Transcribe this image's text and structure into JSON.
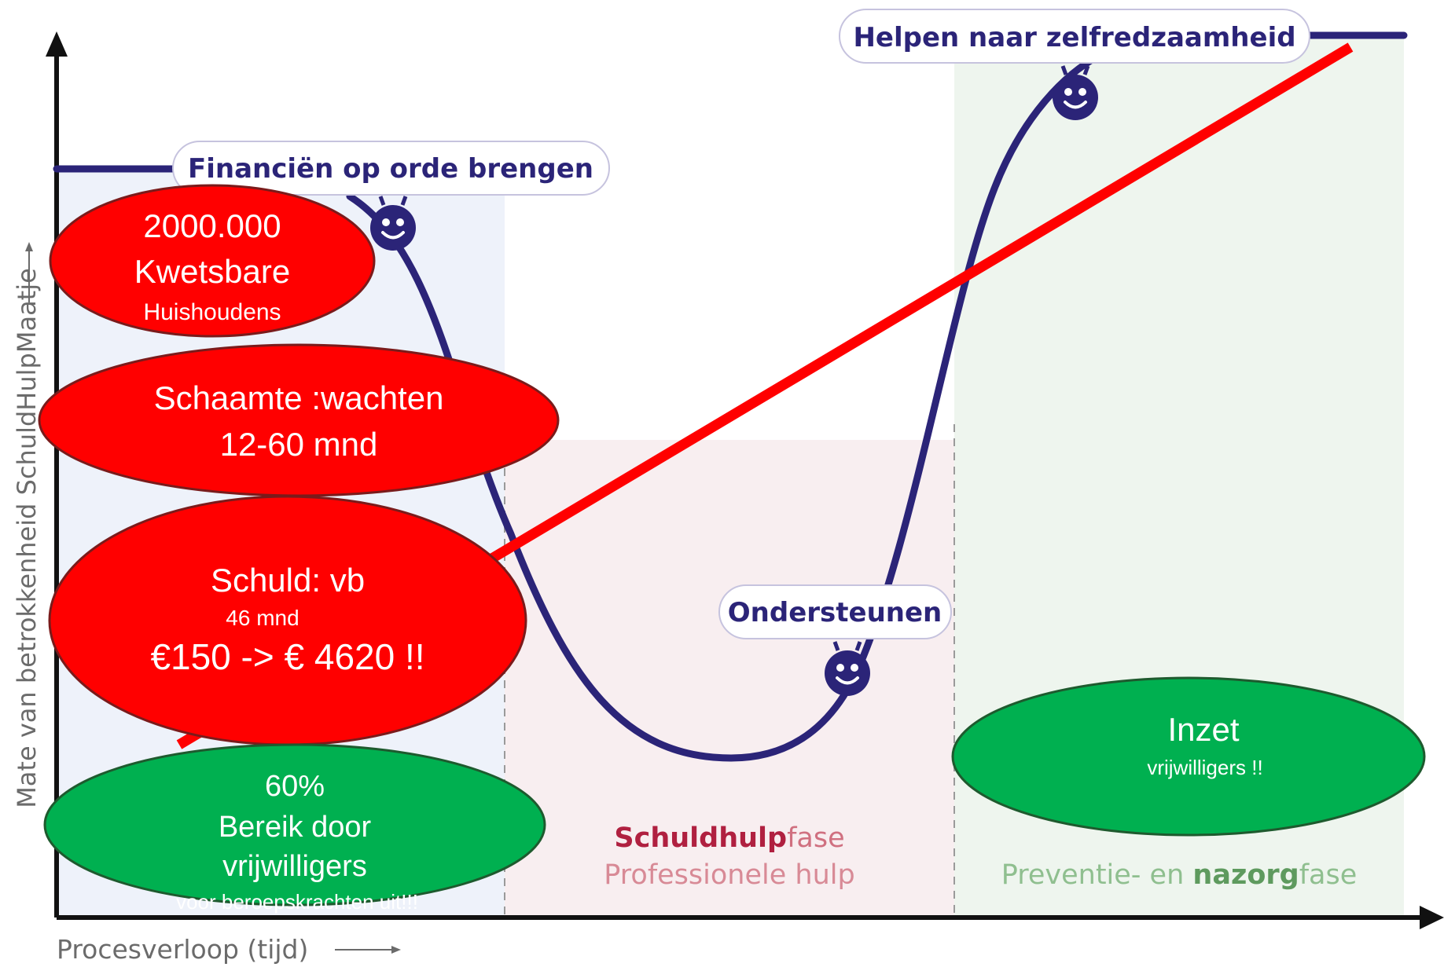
{
  "axes": {
    "y_label": "Mate van betrokkenheid SchuldHulpMaatje",
    "x_label": "Procesverloop (tijd)"
  },
  "milestones": {
    "financien": "Financiën op orde brengen",
    "ondersteunen": "Ondersteunen",
    "zelfredzaam": "Helpen naar zelfredzaamheid"
  },
  "phases": {
    "schuldhulp_bold": "Schuldhulp",
    "schuldhulp_rest": "fase",
    "schuldhulp_sub": "Professionele hulp",
    "preventie_start": "Preventie- en ",
    "preventie_bold": "nazorg",
    "preventie_rest": "fase"
  },
  "callouts": {
    "kwetsbare": {
      "line1": "2000.000",
      "line2": "Kwetsbare",
      "line3": "Huishoudens"
    },
    "schaamte": {
      "line1": "Schaamte :wachten",
      "line2": "12-60 mnd"
    },
    "schuld": {
      "line1": "Schuld: vb",
      "line2": "46 mnd",
      "line3": "€150 -> € 4620 !!"
    },
    "bereik": {
      "line1": "60%",
      "line2": "Bereik door",
      "line3": "vrijwilligers",
      "line4": "voor beroepskrachten uit!!!"
    },
    "inzet": {
      "line1": "Inzet",
      "line2": "vrijwilligers !!"
    }
  },
  "colors": {
    "curve": "#2b2478",
    "red_oval": "#ff0000",
    "green_oval": "#00b050",
    "trend_line": "#ff0000",
    "phase1_bg": "#eef2fa",
    "phase2_bg": "#f8eef0",
    "phase3_bg": "#eef5ee",
    "schuldhulp_text": "#b02040",
    "preventie_text": "#7fb07f"
  },
  "icons": [
    "smiley-icon",
    "smiley-icon",
    "smiley-icon"
  ]
}
